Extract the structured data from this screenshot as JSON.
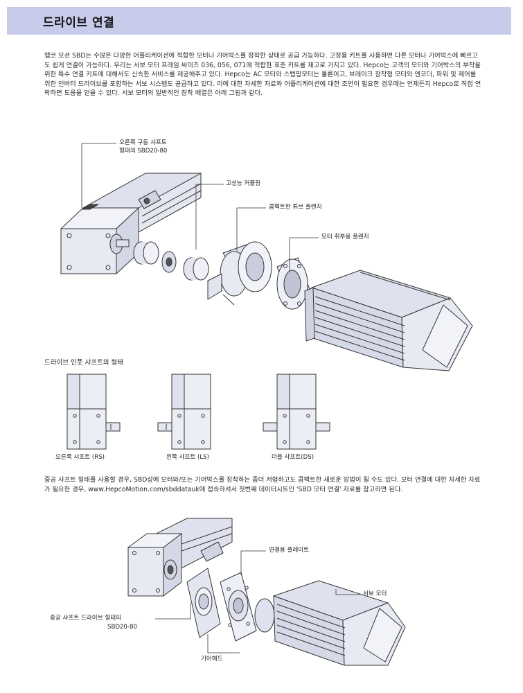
{
  "header": {
    "title": "드라이브 연결",
    "bar_color": "#c8cbe9"
  },
  "paragraphs": {
    "intro": "햅코 모션 SBD는 수많은 다양한 어플리케이션에 적합한 모터나 기어박스를 장착한 상태로 공급 가능하다. 고정용 키트를 사용하면 다른 모터나 기어박스에 빠르고도 쉽게 연결이 가능하다. 우리는 서보 모터 프레임 싸이즈 036, 056, 071에 적합한 표준 키트를 재고로 가지고 있다. Hepco는 고객의 모터와 기어박스의 부착을 위한 특수 연결 키트에 대해서도 신속한 서비스를 제공해주고 있다. Hepco는 AC 모터와 스텝핑모터는 물론이고, 브레이크 장착형 모터와 엔코더, 파워 및 제어를 위한 인버터 드라이브를 포함하는 서보 시스템도 공급하고 있다. 이에 대한 자세한 자료와 어플리케이션에 대한 조언이 필요한 경우에는 언제든지 Hepco로 직접 연락하면 도움을 얻을 수 있다. 서보 모터의 일반적인 장착 배열은 아래 그림과 같다.",
    "hollow": "중공 샤프트 형태를 사용할 경우, SBD상에 모터와/또는 기어박스를 장착하는 좀더 저렴하고도 콤팩트한 새로운 방법이 될 수도 있다. 모터 연결에 대한 자세한 자료가 필요한 경우, www.HepcoMotion.com/sbddatauk에 접속하셔서 첫번째 데이터시트인 'SBD 모터 연결' 자료를 참고하면 된다."
  },
  "diagram1": {
    "label_drive": "오른쪽 구동 샤프트",
    "label_drive2": "형태의 SBD20-80",
    "label_coupling": "고성능 커플링",
    "label_tube_flange": "콤팩트한 튜브 플랜지",
    "label_motor_flange": "모터 취부용 플랜지"
  },
  "shaft_section": {
    "title": "드라이브 인풋 샤프트의 형태",
    "rs": "오른쪽 샤프트 (RS)",
    "ls": "왼쪽 샤프트 (LS)",
    "ds": "더블 샤프트(DS)"
  },
  "diagram2": {
    "label_plate": "연결용 플레이트",
    "label_servo": "서보 모터",
    "label_hollow1": "중공 샤프트 드라이브 형태의",
    "label_hollow2": "SBD20-80",
    "label_gearhead": "기어헤드"
  }
}
